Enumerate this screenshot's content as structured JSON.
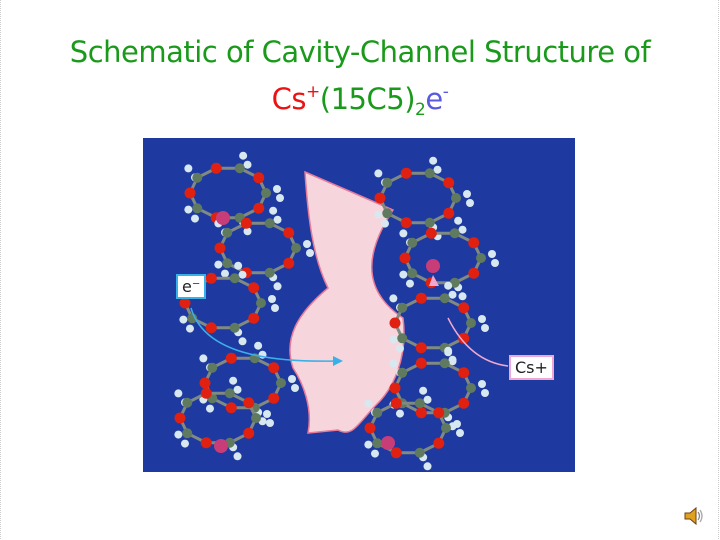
{
  "slide": {
    "title_line1": "Schematic of Cavity-Channel Structure of",
    "formula": {
      "cation": "Cs",
      "cation_charge": "+",
      "ligand": "(15C5)",
      "subscript": "2",
      "electron": "e",
      "electron_charge": "-"
    }
  },
  "figure": {
    "electron_label": "e⁻",
    "cesium_label": "Cs+",
    "colors": {
      "background": "#1e3aa0",
      "channel": "#f6d6dc",
      "oxygen": "#e02010",
      "carbon": "#607a60",
      "hydrogen": "#d8e8f0",
      "cesium": "#c83c78"
    }
  },
  "audio": {
    "icon": "speaker-icon"
  }
}
